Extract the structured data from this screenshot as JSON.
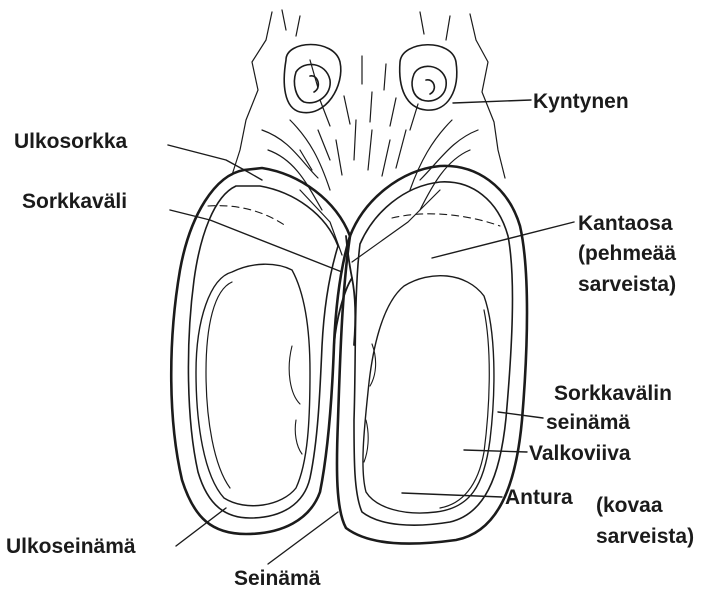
{
  "diagram": {
    "labels": {
      "kyntynen": "Kyntynen",
      "ulkosorkka": "Ulkosorkka",
      "sorkkavali": "Sorkkaväli",
      "kantaosa_1": "Kantaosa",
      "kantaosa_2": "(pehmeää",
      "kantaosa_3": "sarveista)",
      "sorkkavalin_seinama_1": "Sorkkavälin",
      "sorkkavalin_seinama_2": "seinämä",
      "valkoviiva": "Valkoviiva",
      "antura": "Antura",
      "antura_note_1": "(kovaa",
      "antura_note_2": "sarveista)",
      "ulkoseinama": "Ulkoseinämä",
      "seinama": "Seinämä"
    },
    "colors": {
      "ink": "#1b1b1b",
      "background": "#ffffff"
    }
  }
}
